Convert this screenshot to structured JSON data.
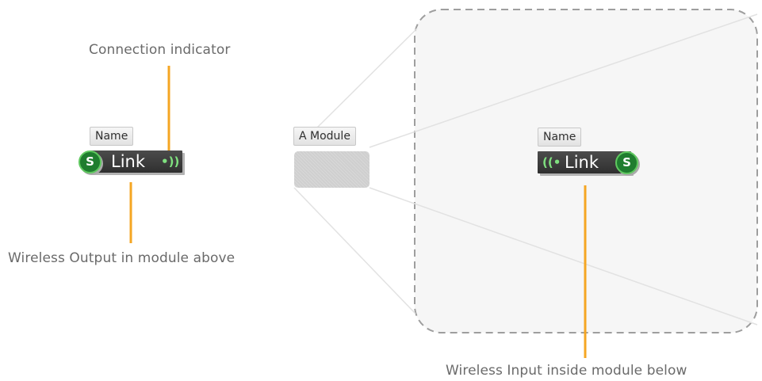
{
  "labels": {
    "connection_indicator": "Connection indicator",
    "wireless_output": "Wireless Output in module above",
    "wireless_input": "Wireless Input inside module below"
  },
  "output_node": {
    "name_tab": "Name",
    "text": "Link",
    "badge": "S",
    "icon": "wireless-output-icon"
  },
  "module": {
    "label": "A Module"
  },
  "input_node": {
    "name_tab": "Name",
    "text": "Link",
    "badge": "S",
    "icon": "wireless-input-icon"
  },
  "colors": {
    "pointer": "#f5a623",
    "node_dark": "#3a3a3a",
    "badge_green": "#1f7d2f",
    "signal_green": "#7fe07f",
    "frame_dash": "#9e9e9e",
    "expansion_fill": "#f6f6f6"
  }
}
